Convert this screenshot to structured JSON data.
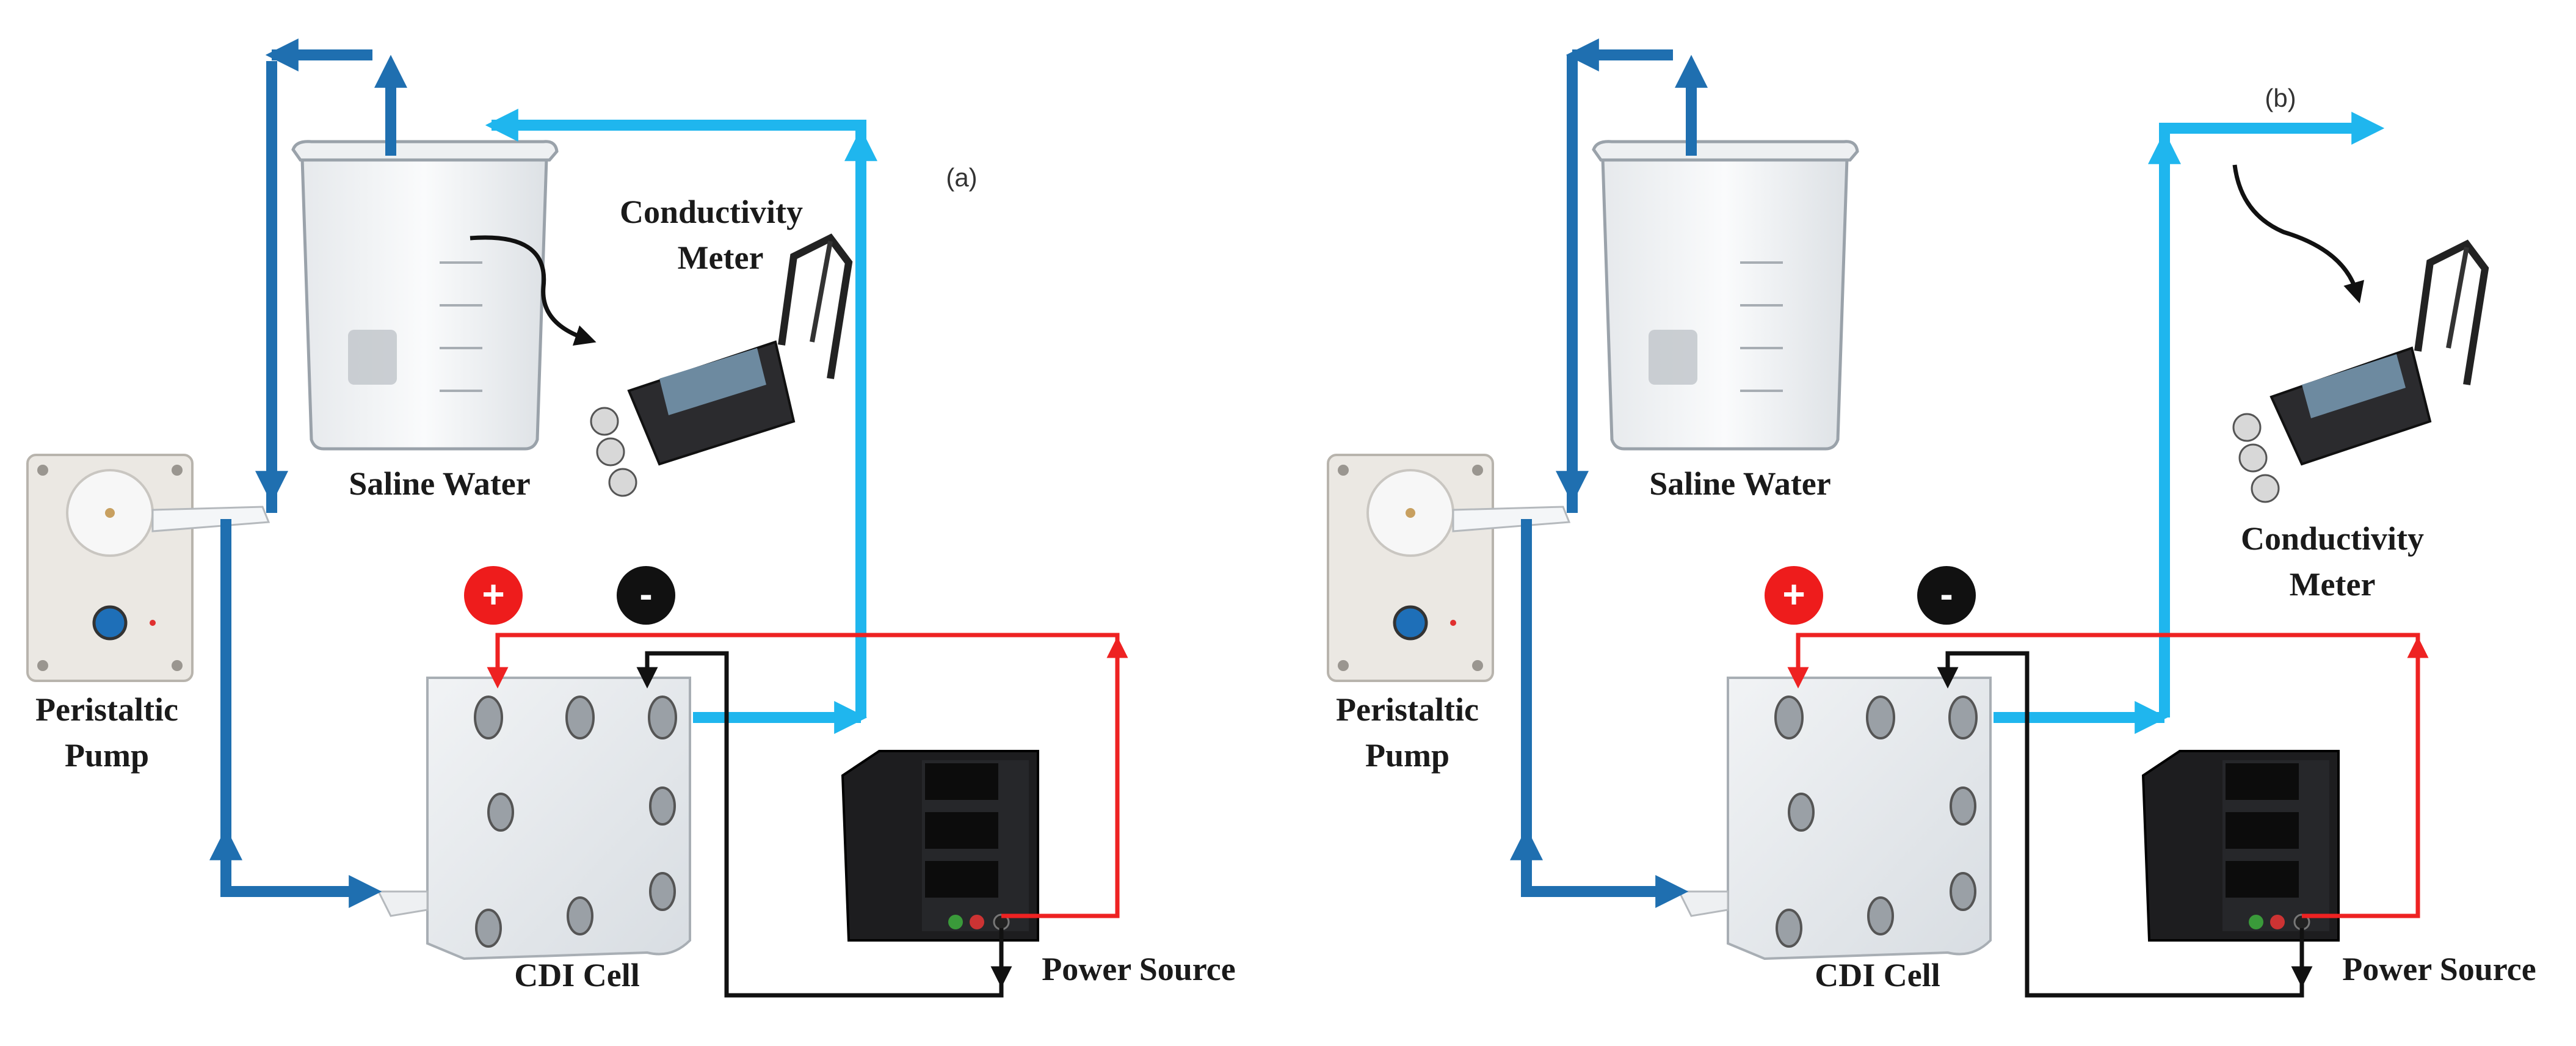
{
  "colors": {
    "inlet_flow": "#1f6fb0",
    "outlet_flow": "#1fb6ee",
    "positive_wire": "#ee2222",
    "negative_wire": "#111111"
  },
  "panel_a": {
    "tag": "(a)",
    "labels": {
      "conductivity_line1": "Conductivity",
      "conductivity_line2": "Meter",
      "saline_water": "Saline Water",
      "pump_line1": "Peristaltic",
      "pump_line2": "Pump",
      "cdi_cell": "CDI Cell",
      "power_source": "Power Source"
    },
    "signs": {
      "positive": "+",
      "negative": "-"
    }
  },
  "panel_b": {
    "tag": "(b)",
    "labels": {
      "conductivity_line1": "Conductivity",
      "conductivity_line2": "Meter",
      "saline_water": "Saline Water",
      "pump_line1": "Peristaltic",
      "pump_line2": "Pump",
      "cdi_cell": "CDI Cell",
      "power_source": "Power Source"
    },
    "signs": {
      "positive": "+",
      "negative": "-"
    }
  }
}
